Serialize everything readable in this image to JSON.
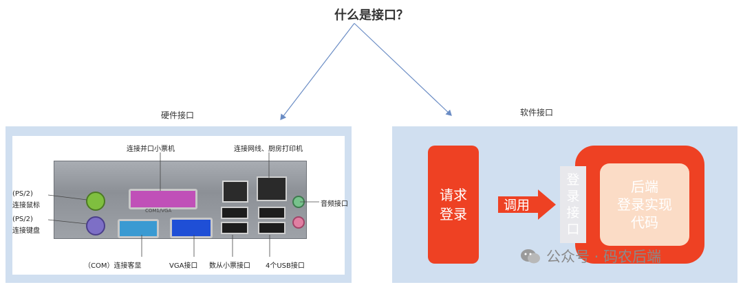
{
  "title": "什么是接口？",
  "left": {
    "heading": "硬件接口",
    "callouts": {
      "parallel": "连接并口小票机",
      "network": "连接网线、厨房打印机",
      "ps2_mouse_1": "(PS/2)",
      "ps2_mouse_2": "连接鼠标",
      "ps2_keyboard_1": "(PS/2)",
      "ps2_keyboard_2": "连接键盘",
      "audio": "音频接口",
      "com": "（COM）连接客显",
      "vga": "VGA接口",
      "usb_small": "数从小票接口",
      "usb4": "4个USB接口",
      "plate_text": "COM1/VGA"
    }
  },
  "right": {
    "heading": "软件接口",
    "request": "请求\n登录",
    "call": "调用",
    "login_api": "登录接口",
    "backend_line1": "后端",
    "backend_line2": "登录实现",
    "backend_line3": "代码"
  },
  "watermark": "公众号 · 码农后端",
  "colors": {
    "accent_red": "#ee4123",
    "panel_blue": "#d0dff0",
    "backend_fill": "#fbdcc6",
    "arrow_blue": "#6a8cc4"
  }
}
